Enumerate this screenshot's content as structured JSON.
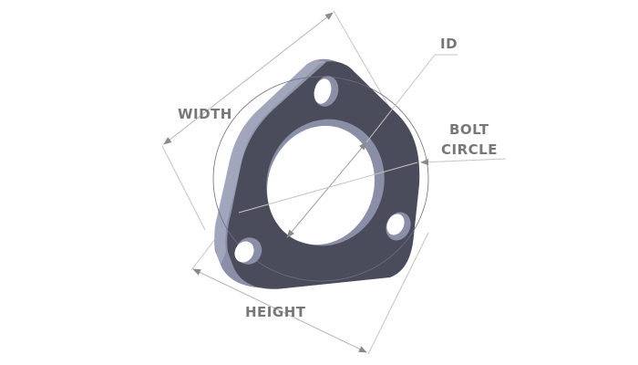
{
  "diagram": {
    "subject": "3-bolt flange",
    "labels": {
      "width": "WIDTH",
      "id": "ID",
      "bolt_circle_line1": "BOLT",
      "bolt_circle_line2": "CIRCLE",
      "height": "HEIGHT"
    },
    "colors": {
      "background": "#ffffff",
      "flange_face": "#4a4c5c",
      "flange_edge": "#8a8ea6",
      "flange_edge_light": "#a9adc4",
      "dimension_line": "#b5b5b5",
      "arrow": "#8a8a8a",
      "label_text": "#777777"
    }
  }
}
